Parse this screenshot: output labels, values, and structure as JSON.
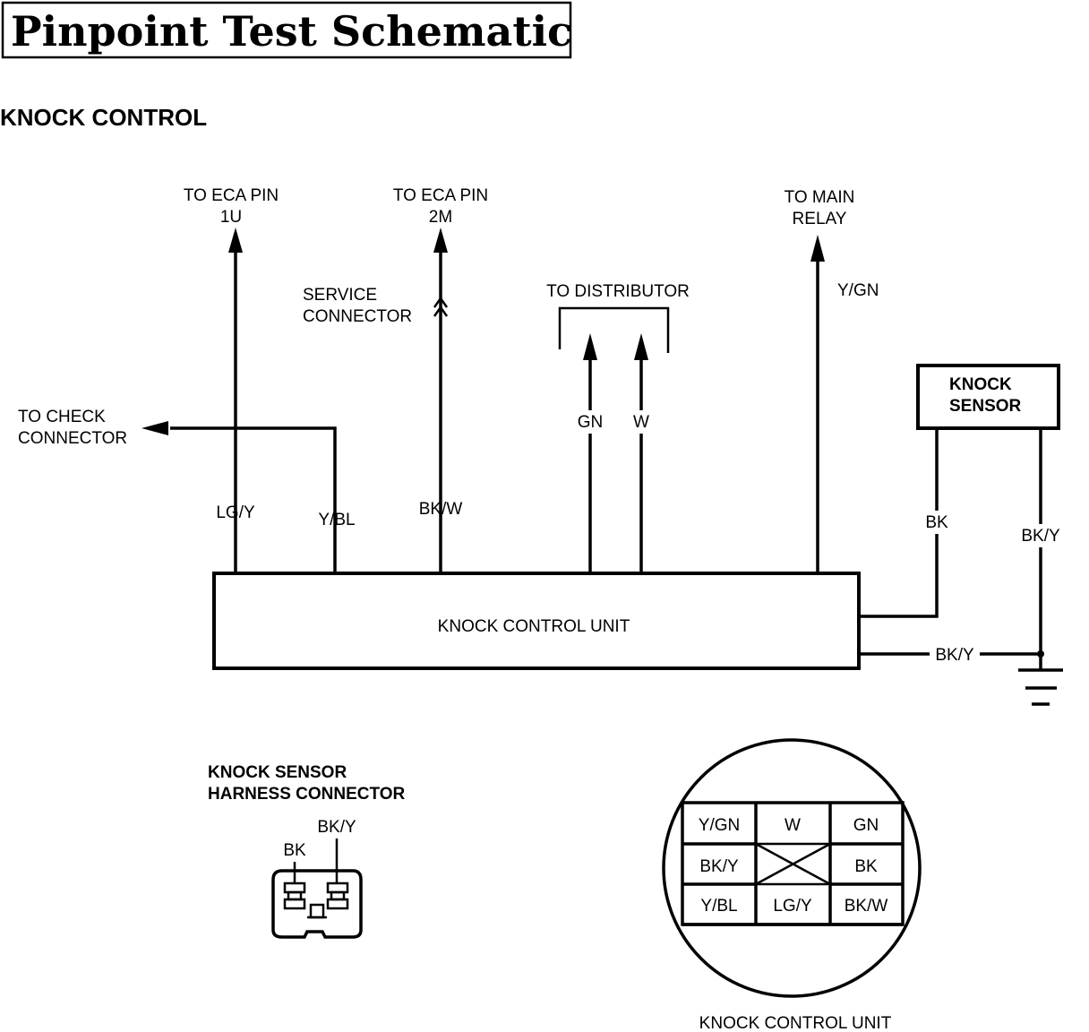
{
  "title": "Pinpoint Test Schematic",
  "subtitle": "KNOCK CONTROL",
  "labels": {
    "to_eca_1u_line1": "TO ECA PIN",
    "to_eca_1u_line2": "1U",
    "to_eca_2m_line1": "TO ECA PIN",
    "to_eca_2m_line2": "2M",
    "service_connector_line1": "SERVICE",
    "service_connector_line2": "CONNECTOR",
    "to_distributor": "TO DISTRIBUTOR",
    "to_main_relay_line1": "TO MAIN",
    "to_main_relay_line2": "RELAY",
    "to_check_connector_line1": "TO CHECK",
    "to_check_connector_line2": "CONNECTOR",
    "knock_sensor_line1": "KNOCK",
    "knock_sensor_line2": "SENSOR",
    "knock_control_unit": "KNOCK CONTROL UNIT"
  },
  "wires": {
    "lg_y": "LG/Y",
    "y_bl": "Y/BL",
    "bk_w": "BK/W",
    "gn": "GN",
    "w": "W",
    "y_gn": "Y/GN",
    "bk": "BK",
    "bk_y_sensor": "BK/Y",
    "bk_y_ground": "BK/Y"
  },
  "harness_connector": {
    "title_line1": "KNOCK SENSOR",
    "title_line2": "HARNESS CONNECTOR",
    "pin_bk": "BK",
    "pin_bk_y": "BK/Y"
  },
  "kcu_connector": {
    "caption": "KNOCK CONTROL UNIT",
    "rows": [
      [
        "Y/GN",
        "W",
        "GN"
      ],
      [
        "BK/Y",
        "",
        "BK"
      ],
      [
        "Y/BL",
        "LG/Y",
        "BK/W"
      ]
    ]
  }
}
